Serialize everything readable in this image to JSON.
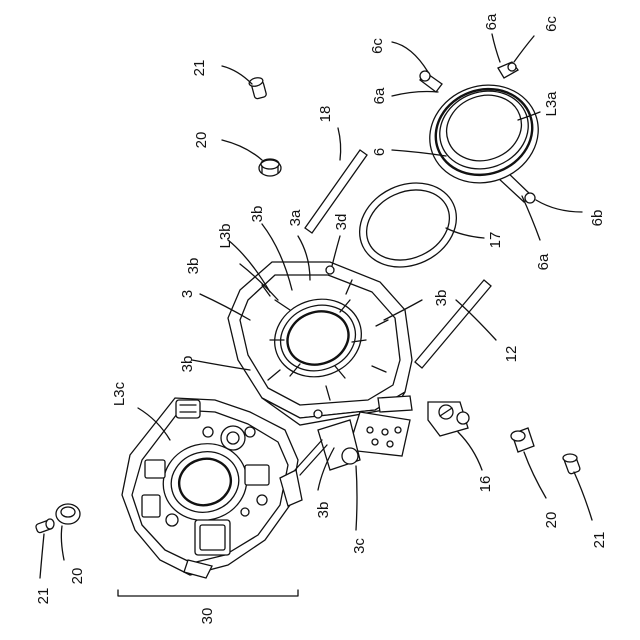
{
  "labels": {
    "l21_top": "21",
    "l20_top": "20",
    "l18": "18",
    "l6c_left": "6c",
    "l6a_top": "6a",
    "l6c_right": "6c",
    "l6a_left": "6a",
    "lL3a": "L3a",
    "l6": "6",
    "l6b": "6b",
    "l6a_bottom": "6a",
    "l17": "17",
    "l3d": "3d",
    "l3a": "3a",
    "l3b_1": "3b",
    "lL3b": "L3b",
    "l3b_2": "3b",
    "l3": "3",
    "l3b_right": "3b",
    "l3b_left": "3b",
    "l12": "12",
    "lL3c": "L3c",
    "l3b_bottom": "3b",
    "l3c": "3c",
    "l16": "16",
    "l20_right": "20",
    "l21_right": "21",
    "l21_left": "21",
    "l20_left": "20",
    "l30": "30"
  },
  "colors": {
    "line": "#111111",
    "background": "#ffffff"
  }
}
